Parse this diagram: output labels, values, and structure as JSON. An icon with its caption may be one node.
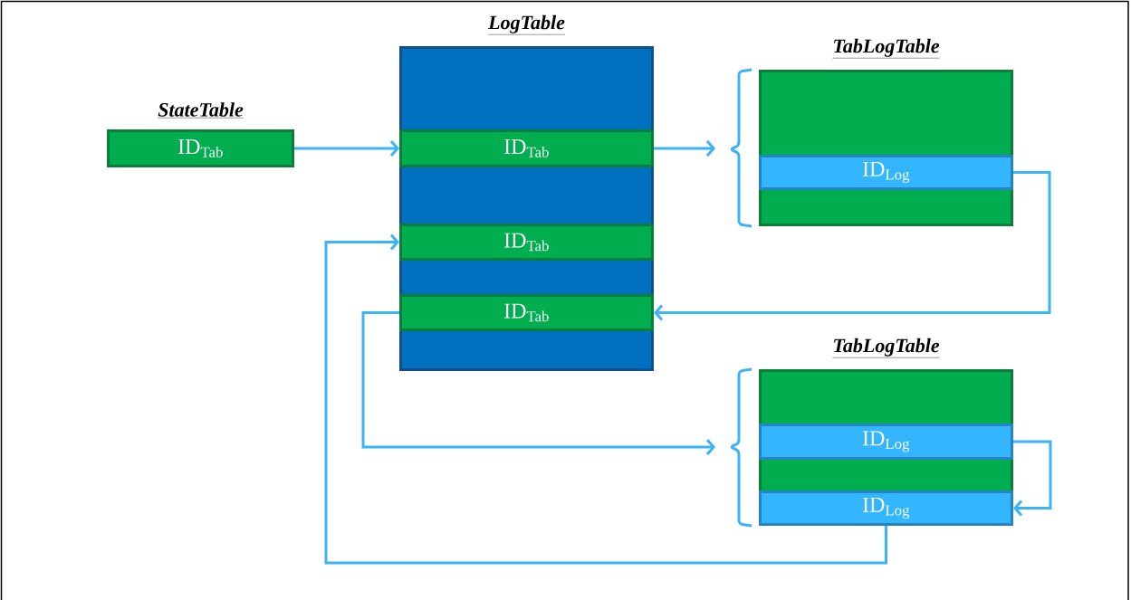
{
  "diagram": {
    "nodes": [
      {
        "text": [
          "StateTable",
          "ID$_{Tab}$"
        ]
      },
      {
        "text": [
          "LogTable"
        ]
      },
      {
        "text": [
          "ID$_{Tab}$"
        ],
        "in": 1
      },
      {
        "text": [
          "ID$_{Tab}$"
        ],
        "in": 1
      },
      {
        "text": [
          "ID$_{Tab}$"
        ],
        "in": 1
      },
      {
        "text": [
          "TabLogTable"
        ]
      },
      {
        "text": [
          "ID$_{Log}$"
        ],
        "in": 5
      },
      {
        "text": [
          "TabLogTable"
        ]
      },
      {
        "text": [
          "ID$_{Log}$"
        ],
        "in": 7
      },
      {
        "text": [
          "ID$_{Log}$"
        ],
        "in": 7
      }
    ],
    "edges": [
      {
        "from": 0,
        "to": 2,
        "arrow": "to"
      },
      {
        "from": 2,
        "to": 5,
        "arrow": "to"
      },
      {
        "from": 6,
        "to": 4,
        "arrow": "to"
      },
      {
        "from": 4,
        "to": 7,
        "arrow": "to"
      },
      {
        "from": 8,
        "to": 9,
        "arrow": "to"
      },
      {
        "from": 9,
        "to": 3,
        "arrow": "to"
      }
    ]
  }
}
